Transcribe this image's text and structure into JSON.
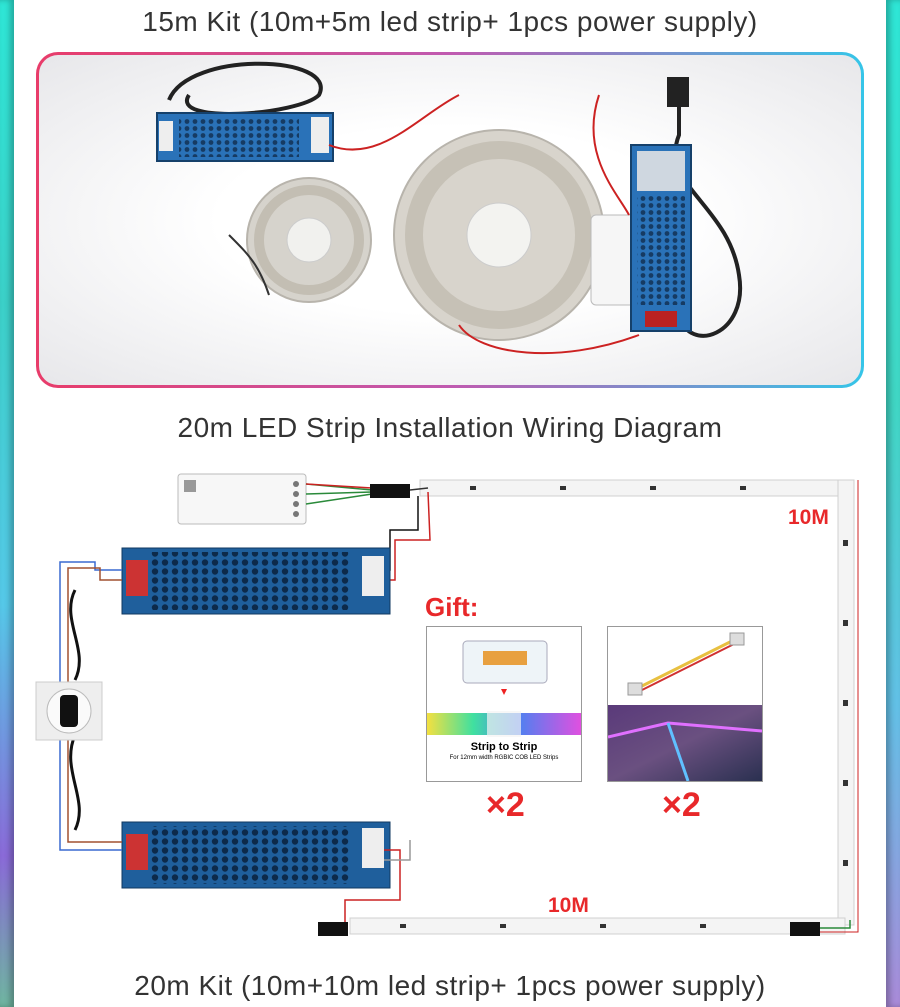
{
  "top_title": "15m Kit (10m+5m led strip+ 1pcs power supply)",
  "diagram_title": "20m LED Strip Installation Wiring Diagram",
  "bottom_title": "20m Kit (10m+10m led strip+ 1pcs power supply)",
  "diagram": {
    "length_top": "10M",
    "length_bottom": "10M",
    "gift_label": "Gift:",
    "gifts": [
      {
        "title": "Strip to Strip",
        "subtitle": "For 12mm width RGBIC COB LED Strips",
        "quantity": "×2"
      },
      {
        "quantity": "×2"
      }
    ]
  },
  "colors": {
    "accent_red": "#e8282a",
    "psu_blue": "#1f5f9c",
    "frame_pink": "#e83c6a",
    "frame_cyan": "#35c5e8"
  }
}
